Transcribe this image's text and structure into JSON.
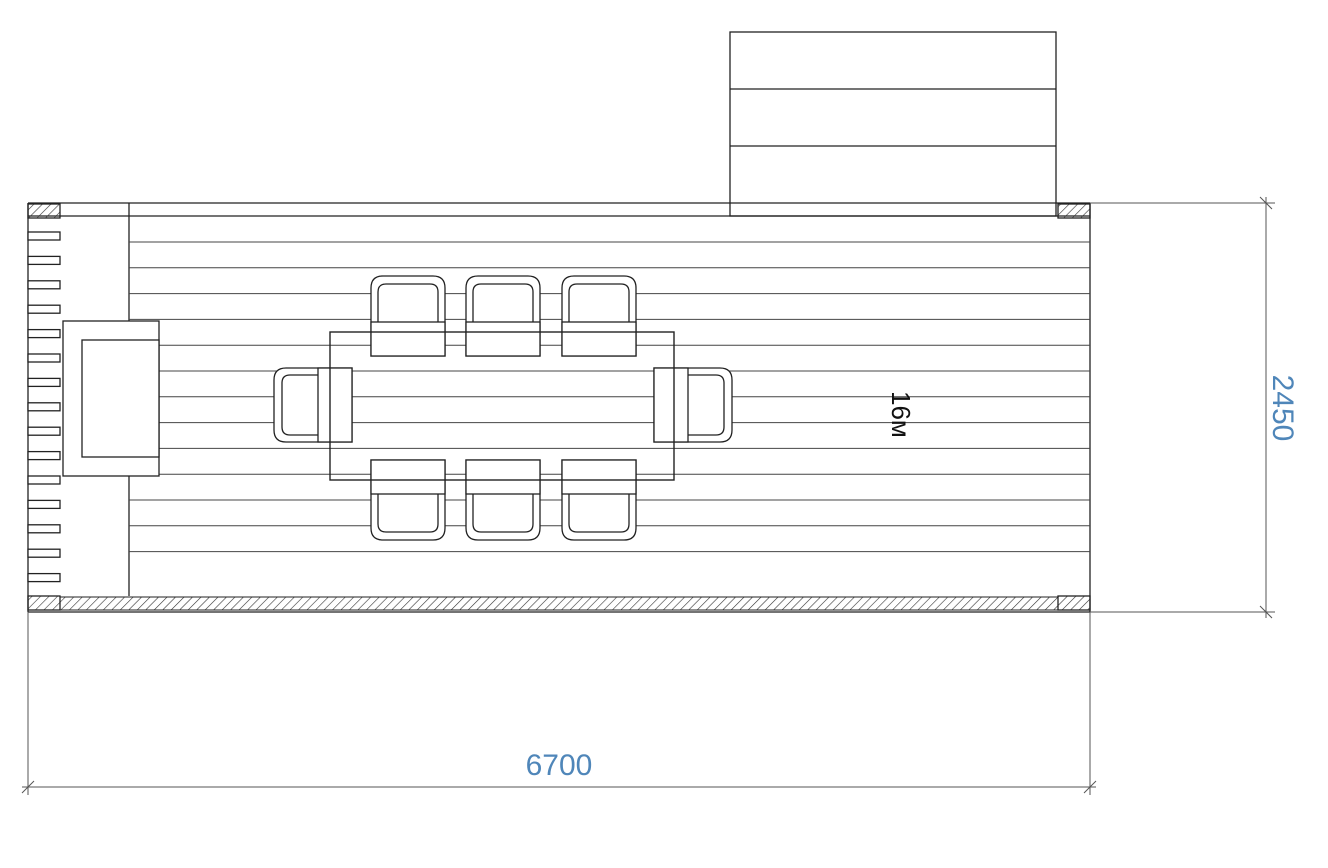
{
  "plan": {
    "width_label": "6700",
    "depth_label": "2450",
    "area_label": "16м",
    "dimension_color": "#4f86b9"
  },
  "icons": {
    "dining_table": "dining-table-icon",
    "chair": "chair-icon",
    "sofa": "sofa-icon",
    "steps": "steps-icon"
  }
}
